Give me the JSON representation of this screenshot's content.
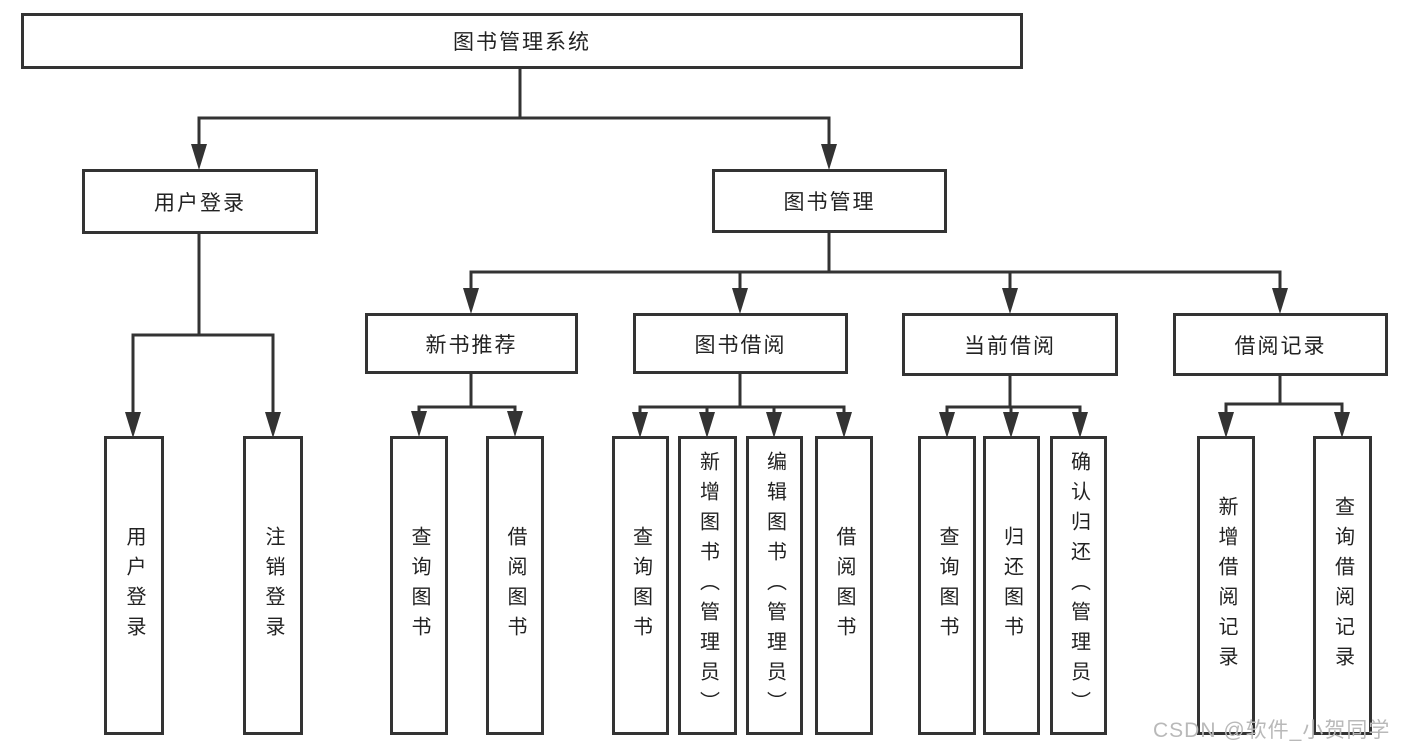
{
  "root": {
    "label": "图书管理系统"
  },
  "level2": [
    {
      "label": "用户登录"
    },
    {
      "label": "图书管理"
    }
  ],
  "level3": [
    {
      "label": "新书推荐",
      "parent": "图书管理"
    },
    {
      "label": "图书借阅",
      "parent": "图书管理"
    },
    {
      "label": "当前借阅",
      "parent": "图书管理"
    },
    {
      "label": "借阅记录",
      "parent": "图书管理"
    }
  ],
  "leaves": [
    {
      "label": "用户登录",
      "parent": "用户登录"
    },
    {
      "label": "注销登录",
      "parent": "用户登录"
    },
    {
      "label": "查询图书",
      "parent": "新书推荐"
    },
    {
      "label": "借阅图书",
      "parent": "新书推荐"
    },
    {
      "label": "查询图书",
      "parent": "图书借阅"
    },
    {
      "label": "新增图书（管理员）",
      "parent": "图书借阅"
    },
    {
      "label": "编辑图书（管理员）",
      "parent": "图书借阅"
    },
    {
      "label": "借阅图书",
      "parent": "图书借阅"
    },
    {
      "label": "查询图书",
      "parent": "当前借阅"
    },
    {
      "label": "归还图书",
      "parent": "当前借阅"
    },
    {
      "label": "确认归还（管理员）",
      "parent": "当前借阅"
    },
    {
      "label": "新增借阅记录",
      "parent": "借阅记录"
    },
    {
      "label": "查询借阅记录",
      "parent": "借阅记录"
    }
  ],
  "watermark": "CSDN @软件_小贺同学",
  "colors": {
    "line": "#333333",
    "text": "#222222",
    "background": "#ffffff",
    "watermark": "#b9b9b9"
  }
}
